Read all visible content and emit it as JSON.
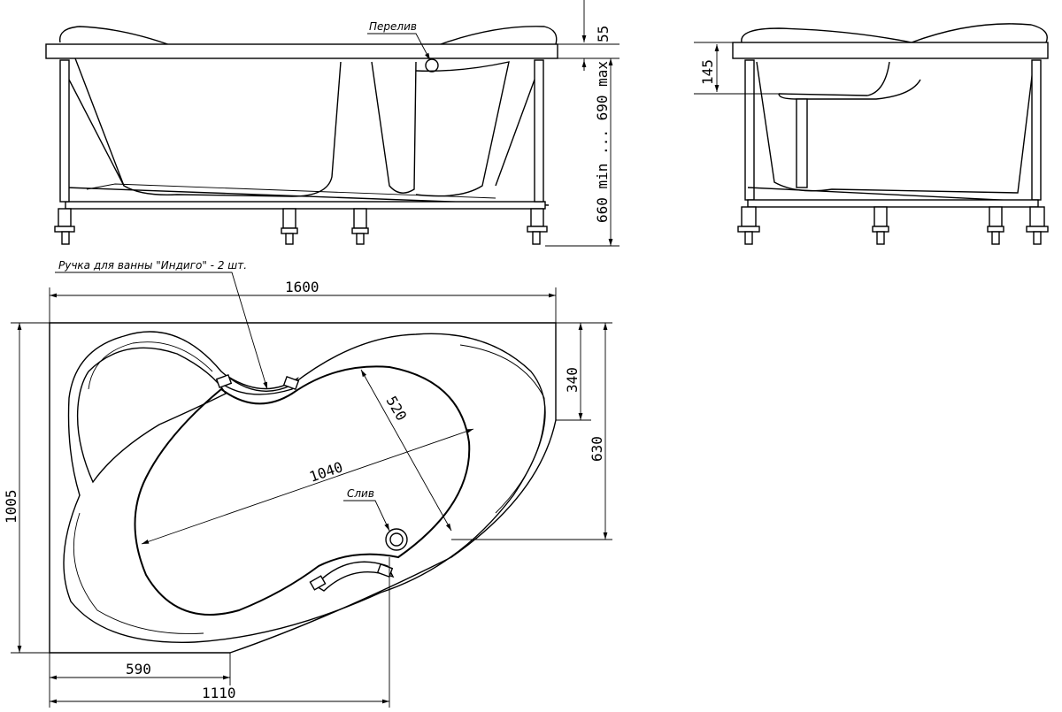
{
  "labels": {
    "overflow": "Перелив",
    "handle_note": "Ручка для ванны \"Индиго\" - 2 шт.",
    "drain": "Слив"
  },
  "dimensions": {
    "rim_height": "55",
    "leg_height": "660 min ... 690 max",
    "side_rim": "145",
    "width": "1600",
    "length": "1005",
    "right_top": "340",
    "right_total": "630",
    "bottom_short": "590",
    "bottom_long": "1110",
    "inner_length": "1040",
    "inner_width": "520"
  }
}
